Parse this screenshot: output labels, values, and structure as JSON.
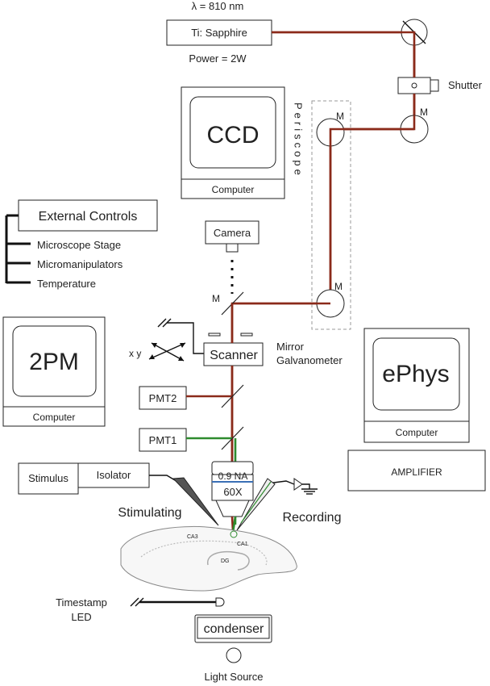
{
  "laser": {
    "wavelength": "λ = 810 nm",
    "name": "Ti: Sapphire",
    "power": "Power = 2W"
  },
  "shutter": "Shutter",
  "mirror_label": "M",
  "periscope": "Periscope",
  "ccd": {
    "screen": "CCD",
    "computer": "Computer"
  },
  "camera": "Camera",
  "external_controls": {
    "title": "External Controls",
    "items": [
      "Microscope Stage",
      "Micromanipulators",
      "Temperature"
    ]
  },
  "twopm": {
    "screen": "2PM",
    "computer": "Computer"
  },
  "xy": "x y",
  "scanner": "Scanner",
  "galvo": {
    "line1": "Mirror",
    "line2": "Galvanometer"
  },
  "pmt2": "PMT2",
  "pmt1": "PMT1",
  "ephys": {
    "screen": "ePhys",
    "computer": "Computer",
    "amplifier": "AMPLIFIER"
  },
  "stimulus": "Stimulus",
  "isolator": "Isolator",
  "objective": {
    "na": "0.9 NA",
    "mag": "60X"
  },
  "stimulating": "Stimulating",
  "recording": "Recording",
  "hippocampus": {
    "ca3": "CA3",
    "ca1": "CA1",
    "dg": "DG"
  },
  "timestamp": {
    "line1": "Timestamp",
    "line2": "LED"
  },
  "condenser": "condenser",
  "light_source": "Light Source",
  "colors": {
    "beam": "#8b2a1a",
    "emission": "#2e8b2e"
  }
}
